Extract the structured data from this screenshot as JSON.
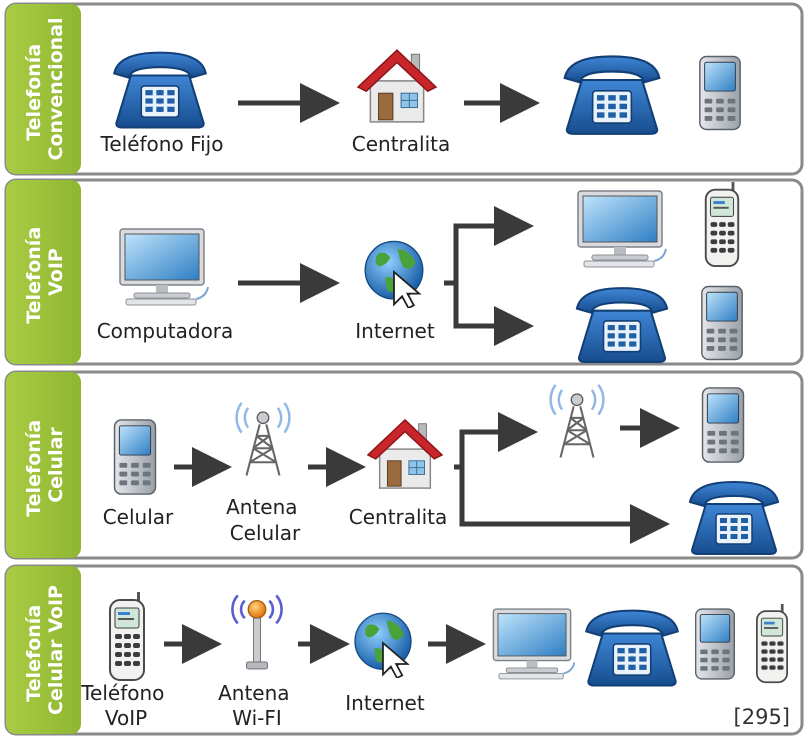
{
  "panels": [
    {
      "title_lines": [
        "Telefonía",
        "Convencional"
      ]
    },
    {
      "title_lines": [
        "Telefonía",
        "VoIP"
      ]
    },
    {
      "title_lines": [
        "Telefonía",
        "Celular"
      ]
    },
    {
      "title_lines": [
        "Telefonía",
        "Celular VoIP"
      ]
    }
  ],
  "labels": {
    "p1_source": "Teléfono Fijo",
    "p1_hub": "Centralita",
    "p2_source": "Computadora",
    "p2_hub": "Internet",
    "p3_source": "Celular",
    "p3_antenna": [
      "Antena",
      "Celular"
    ],
    "p3_hub": "Centralita",
    "p4_source": [
      "Teléfono",
      "VoIP"
    ],
    "p4_antenna": [
      "Antena",
      "Wi-FI"
    ],
    "p4_hub": "Internet"
  },
  "citation": "[295]",
  "colors": {
    "tab": "#9cc23a",
    "panel_border": "#8a8a8a",
    "arrow": "#3a3a3a",
    "phone_blue": "#1f5fa6",
    "roof_red": "#c8262a"
  },
  "icons": [
    "desk-phone-icon",
    "house-icon",
    "smartphone-icon",
    "feature-phone-icon",
    "monitor-icon",
    "globe-icon",
    "cell-tower-icon",
    "wifi-antenna-icon"
  ]
}
